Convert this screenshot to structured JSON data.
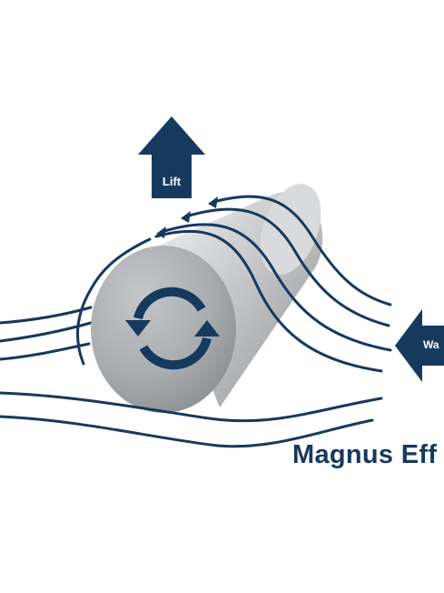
{
  "diagram": {
    "title": "Magnus Eff",
    "lift_label": "Lift",
    "wind_label": "Wa",
    "colors": {
      "primary": "#16395e",
      "cylinder_light": "#e6e7e9",
      "cylinder_dark": "#8e9194",
      "background": "#ffffff"
    },
    "icons": {
      "lift_arrow": "up-arrow-icon",
      "wind_arrow": "left-arrow-icon",
      "rotation": "circular-arrows-icon"
    }
  }
}
